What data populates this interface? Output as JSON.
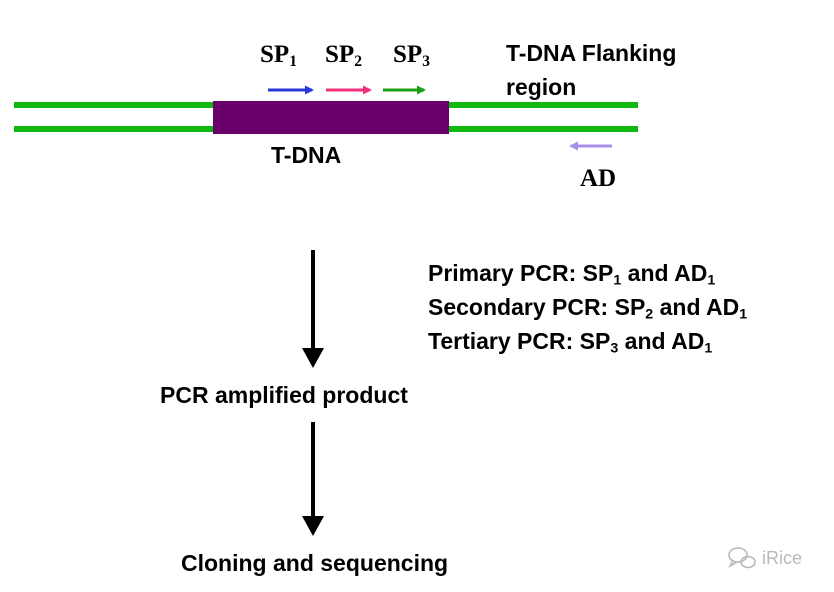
{
  "colors": {
    "strand": "#10b810",
    "tdna": "#6a006a",
    "sp1_arrow": "#2a38d8",
    "sp2_arrow": "#f0307a",
    "sp3_arrow": "#18a018",
    "ad_arrow": "#a890e8",
    "flow_arrow": "#000000",
    "watermark": "#b9b9b9"
  },
  "icons": {
    "watermark_logo": "wechat-bubble-icon"
  },
  "primers": {
    "sp1": {
      "base": "SP",
      "sub": "1"
    },
    "sp2": {
      "base": "SP",
      "sub": "2"
    },
    "sp3": {
      "base": "SP",
      "sub": "3"
    },
    "ad": "AD"
  },
  "labels": {
    "flanking_line1": "T-DNA Flanking",
    "flanking_line2": "region",
    "tdna": "T-DNA"
  },
  "pcr_steps": [
    {
      "prefix": "Primary PCR: SP",
      "sp": "1",
      "mid": " and AD",
      "ad": "1"
    },
    {
      "prefix": "Secondary PCR: SP",
      "sp": "2",
      "mid": " and AD",
      "ad": "1"
    },
    {
      "prefix": "Tertiary PCR: SP",
      "sp": "3",
      "mid": " and AD",
      "ad": "1"
    }
  ],
  "flow": {
    "product": "PCR amplified product",
    "final": "Cloning and sequencing"
  },
  "watermark": {
    "text": "iRice"
  }
}
